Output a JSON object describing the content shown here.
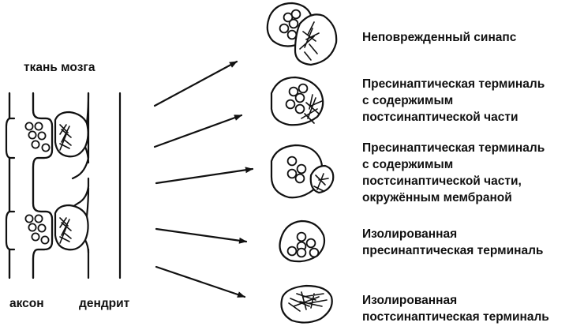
{
  "labels": {
    "tissue": "ткань мозга",
    "axon": "аксон",
    "dendrite": "дендрит"
  },
  "items": [
    {
      "lines": [
        "Неповрежденный синапс"
      ]
    },
    {
      "lines": [
        "Пресинаптическая терминаль",
        "с содержимым",
        "постсинаптической части"
      ]
    },
    {
      "lines": [
        "Пресинаптическая терминаль",
        "с содержимым",
        "постсинаптической части,",
        "окружённым мембраной"
      ]
    },
    {
      "lines": [
        "Изолированная",
        "пресинаптическая терминаль"
      ]
    },
    {
      "lines": [
        "Изолированная",
        "постсинаптическая терминаль"
      ]
    }
  ]
}
